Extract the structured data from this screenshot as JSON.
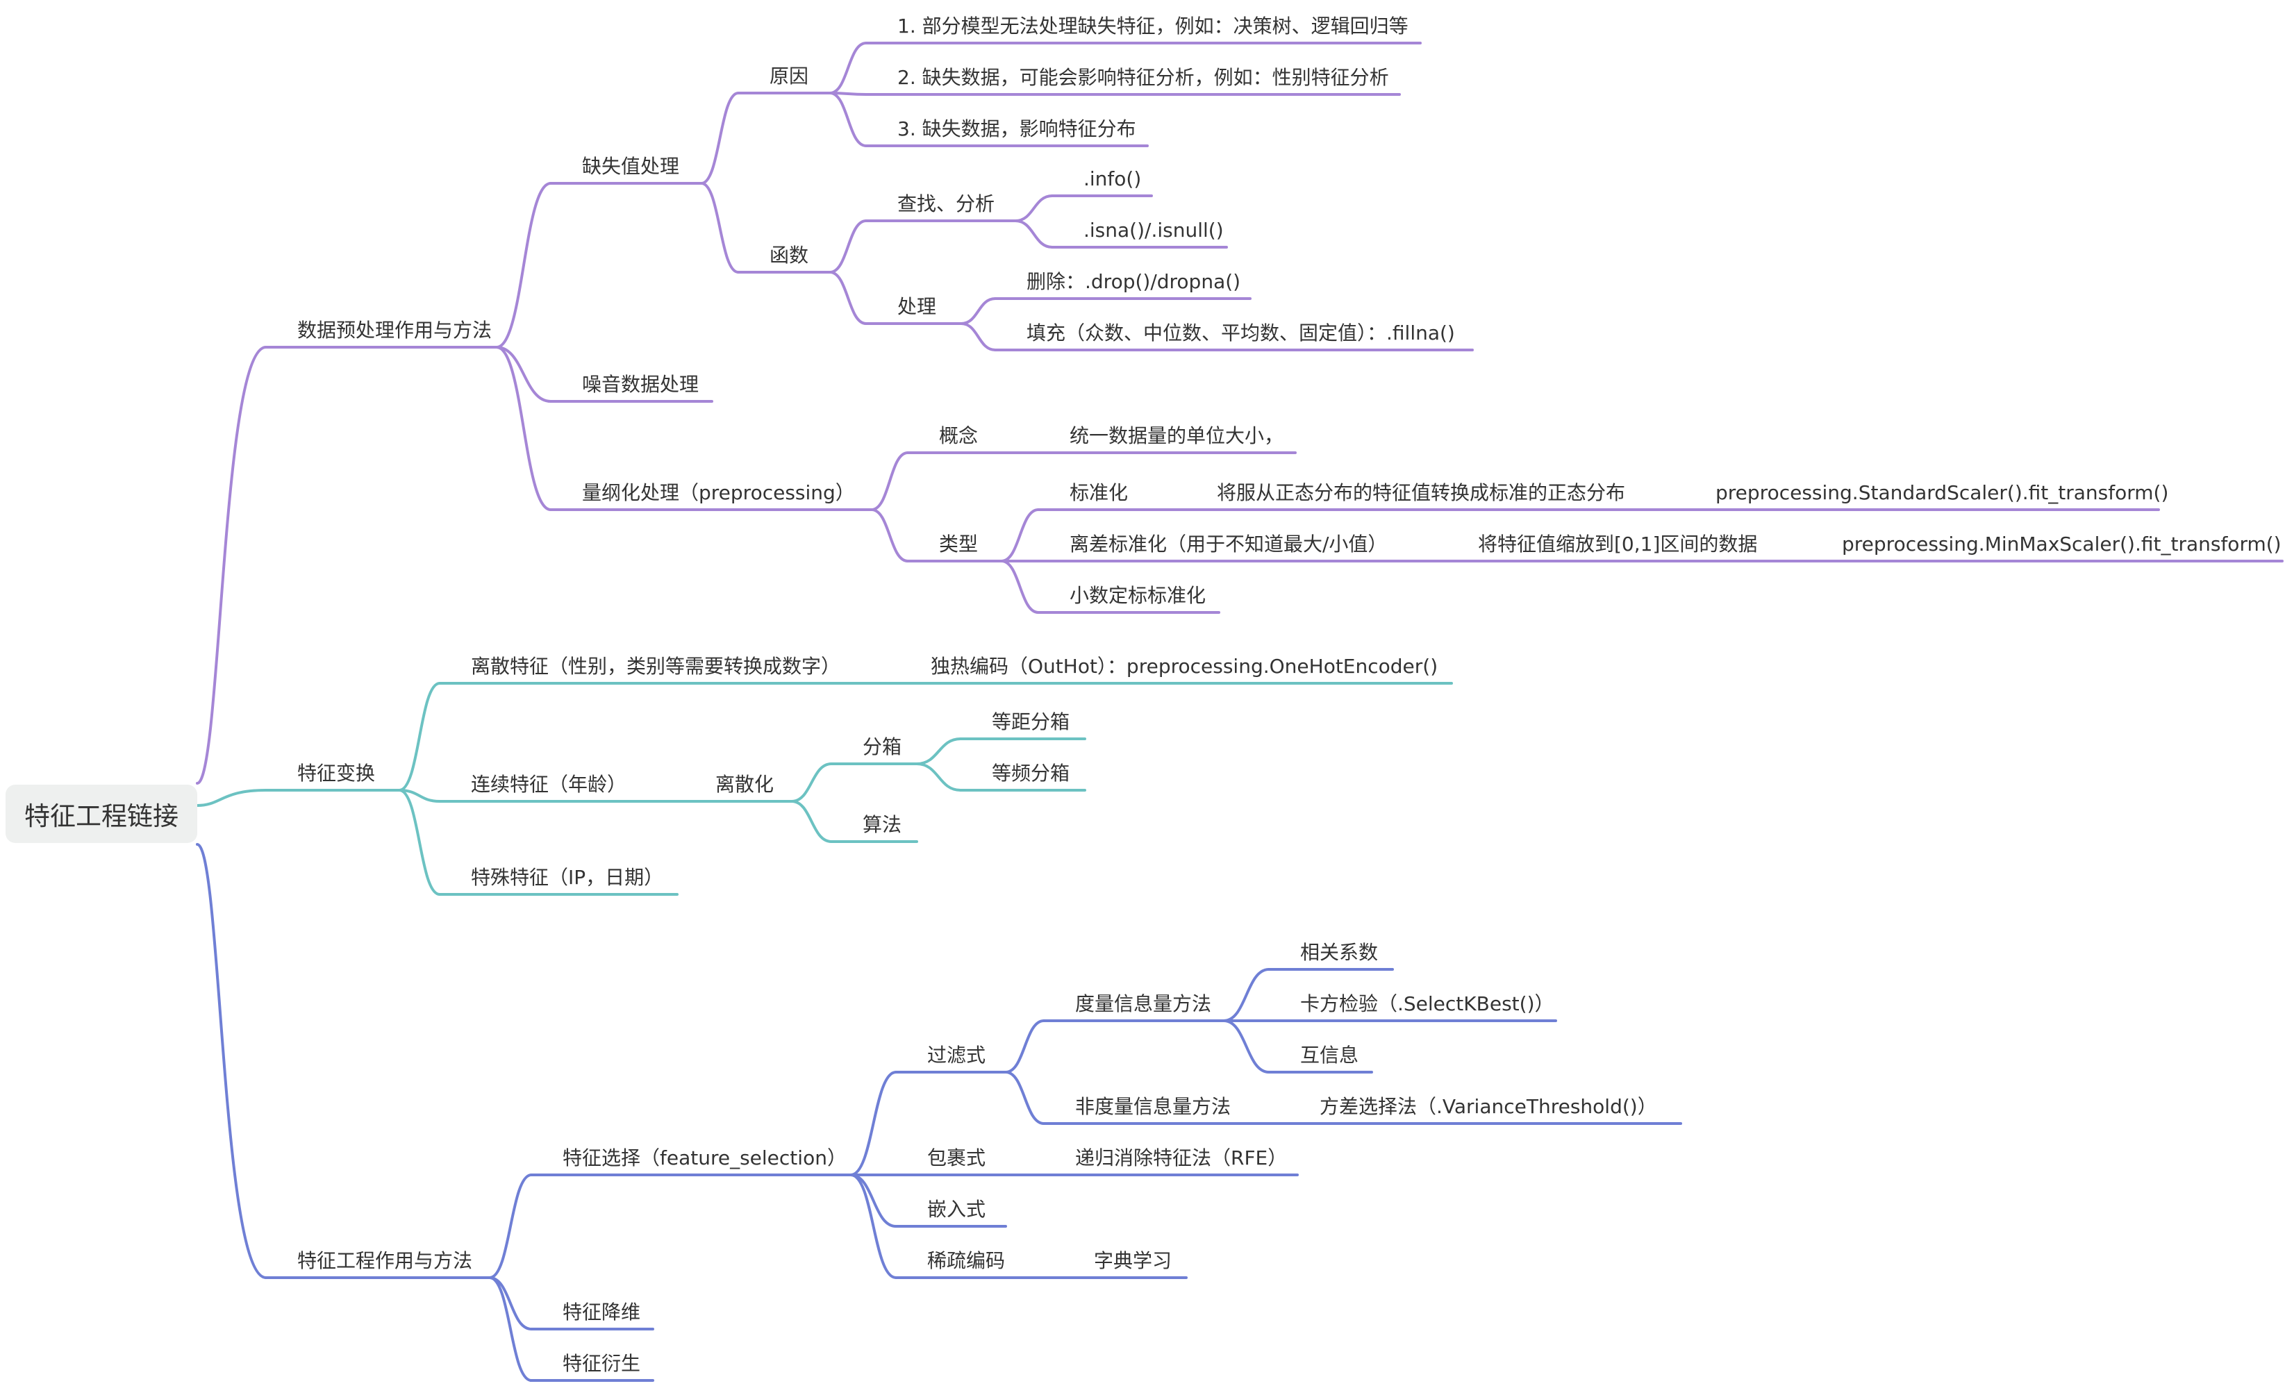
{
  "colors": {
    "branch_data_preprocessing": "#a586d6",
    "branch_feature_transform": "#6cc2c2",
    "branch_feature_engineering": "#6f7fd5",
    "root_background": "#eef0ef",
    "text": "#333333"
  },
  "root": {
    "label": "特征工程链接"
  },
  "nodes": {
    "preproc": "数据预处理作用与方法",
    "missing": "缺失值处理",
    "reason": "原因",
    "reason_1": "1. 部分模型无法处理缺失特征，例如：决策树、逻辑回归等",
    "reason_2": "2. 缺失数据，可能会影响特征分析，例如：性别特征分析",
    "reason_3": "3. 缺失数据，影响特征分布",
    "func": "函数",
    "find": "查找、分析",
    "info": ".info()",
    "isna": ".isna()/.isnull()",
    "handle": "处理",
    "drop": "删除：.drop()/dropna()",
    "fill": "填充（众数、中位数、平均数、固定值）：.fillna()",
    "noise": "噪音数据处理",
    "dim": "量纲化处理（preprocessing）",
    "concept": "概念",
    "concept_desc": "统一数据量的单位大小，",
    "types": "类型",
    "std": "标准化",
    "std_desc": "将服从正态分布的特征值转换成标准的正态分布",
    "std_fn": "preprocessing.StandardScaler().fit_transform()",
    "minmax": "离差标准化（用于不知道最大/小值）",
    "minmax_desc": "将特征值缩放到[0,1]区间的数据",
    "minmax_fn": "preprocessing.MinMaxScaler().fit_transform()",
    "decimal": "小数定标标准化",
    "transform": "特征变换",
    "discrete": "离散特征（性别，类别等需要转换成数字）",
    "onehot": "独热编码（OutHot）：preprocessing.OneHotEncoder()",
    "continuous": "连续特征（年龄）",
    "discretize": "离散化",
    "binning": "分箱",
    "equal_width": "等距分箱",
    "equal_freq": "等频分箱",
    "algorithm": "算法",
    "special": "特殊特征（IP，日期）",
    "fe": "特征工程作用与方法",
    "selection": "特征选择（feature_selection）",
    "filter": "过滤式",
    "metric": "度量信息量方法",
    "corr": "相关系数",
    "chi2": "卡方检验（.SelectKBest()）",
    "mutual": "互信息",
    "nonmetric": "非度量信息量方法",
    "variance": "方差选择法（.VarianceThreshold()）",
    "wrapper": "包裹式",
    "rfe": "递归消除特征法（RFE）",
    "embedded": "嵌入式",
    "sparse": "稀疏编码",
    "dict": "字典学习",
    "reduction": "特征降维",
    "derivation": "特征衍生"
  }
}
